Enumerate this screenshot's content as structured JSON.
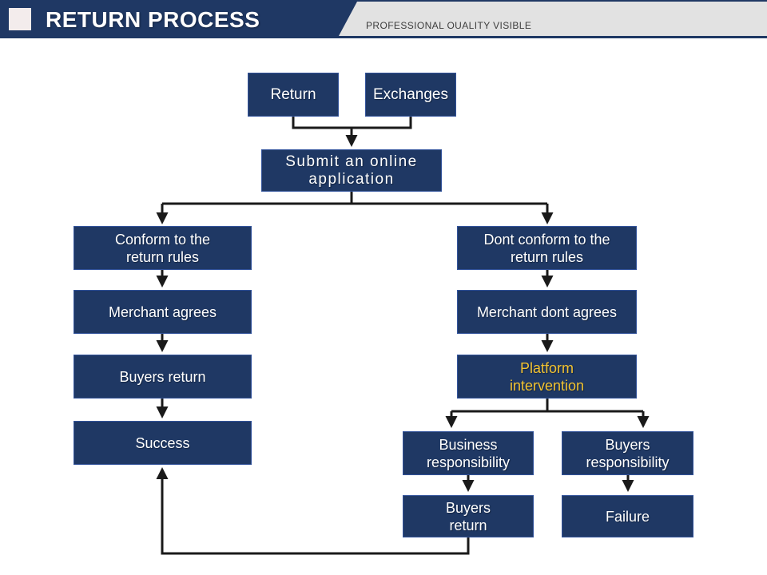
{
  "header": {
    "title": "RETURN PROCESS",
    "tagline": "PROFESSIONAL OUALITY VISIBLE",
    "colors": {
      "bar": "#1F3864",
      "ribbon": "#E2E2E2",
      "accent_square": "#F3ECEC"
    }
  },
  "flowchart": {
    "colors": {
      "node_fill": "#1F3864",
      "node_text": "#FFFFFF",
      "highlight_text": "#F2C230",
      "connector": "#1A1A1A"
    },
    "nodes": [
      {
        "id": "return",
        "label": "Return"
      },
      {
        "id": "exchanges",
        "label": "Exchanges"
      },
      {
        "id": "submit-application",
        "label": "Submit an online\napplication"
      },
      {
        "id": "conform-rules",
        "label": "Conform to the\nreturn rules"
      },
      {
        "id": "dont-conform-rules",
        "label": "Dont conform to the\nreturn rules"
      },
      {
        "id": "merchant-agrees",
        "label": "Merchant agrees"
      },
      {
        "id": "merchant-dont-agrees",
        "label": "Merchant dont agrees"
      },
      {
        "id": "buyers-return-left",
        "label": "Buyers return"
      },
      {
        "id": "platform-intervention",
        "label": "Platform\nintervention",
        "highlight": true
      },
      {
        "id": "success",
        "label": "Success"
      },
      {
        "id": "business-responsibility",
        "label": "Business\nresponsibility"
      },
      {
        "id": "buyers-responsibility",
        "label": "Buyers\nresponsibility"
      },
      {
        "id": "buyers-return-bottom",
        "label": "Buyers\nreturn"
      },
      {
        "id": "failure",
        "label": "Failure"
      }
    ]
  }
}
